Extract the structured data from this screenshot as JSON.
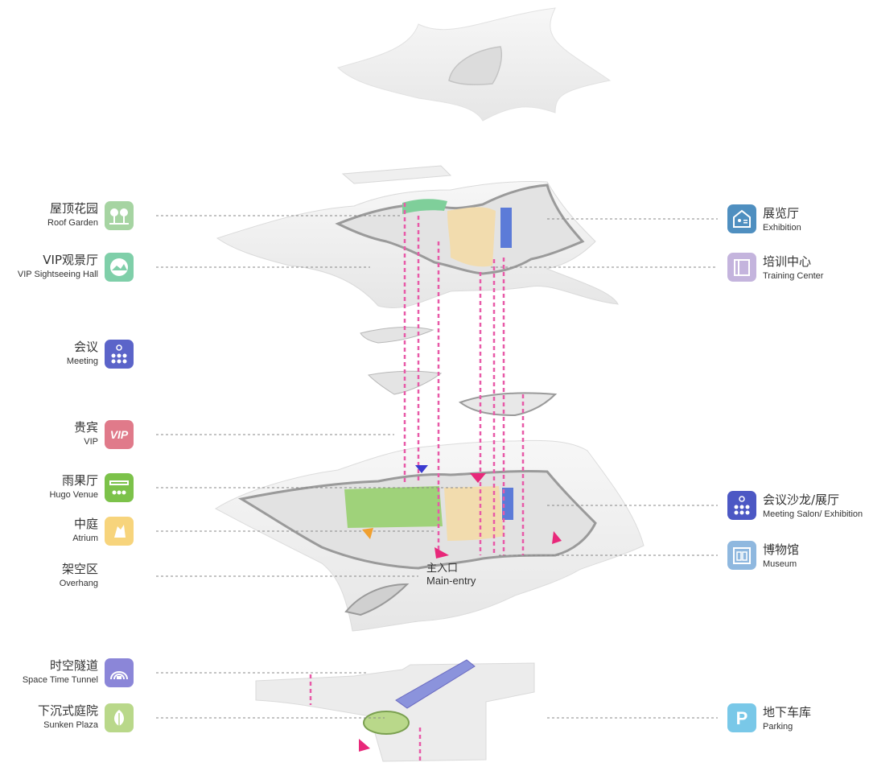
{
  "left_labels": [
    {
      "zh": "屋顶花园",
      "en": "Roof Garden",
      "icon": "tree-icon",
      "color": "#a6d4a2"
    },
    {
      "zh": "VIP观景厅",
      "en": "VIP Sightseeing Hall",
      "icon": "view-icon",
      "color": "#7fcfa9"
    },
    {
      "zh": "会议",
      "en": "Meeting",
      "icon": "meeting-icon",
      "color": "#5b64c9"
    },
    {
      "zh": "贵宾",
      "en": "VIP",
      "icon": "vip-icon",
      "color": "#e07a8a",
      "badge": "VIP"
    },
    {
      "zh": "雨果厅",
      "en": "Hugo Venue",
      "icon": "stage-icon",
      "color": "#7cc24a"
    },
    {
      "zh": "中庭",
      "en": "Atrium",
      "icon": "atrium-icon",
      "color": "#f7d47c"
    },
    {
      "zh": "架空区",
      "en": "Overhang"
    },
    {
      "zh": "时空隧道",
      "en": "Space Time Tunnel",
      "icon": "tunnel-icon",
      "color": "#8b86d8"
    },
    {
      "zh": "下沉式庭院",
      "en": "Sunken Plaza",
      "icon": "leaf-icon",
      "color": "#b9d88a"
    }
  ],
  "right_labels": [
    {
      "zh": "展览厅",
      "en": "Exhibition",
      "icon": "exhibition-icon",
      "color": "#4f8fc0"
    },
    {
      "zh": "培训中心",
      "en": "Training Center",
      "icon": "book-icon",
      "color": "#c4b4dd"
    },
    {
      "zh": "会议沙龙/展厅",
      "en": "Meeting Salon/ Exhibition",
      "icon": "salon-icon",
      "color": "#4c58c4"
    },
    {
      "zh": "博物馆",
      "en": "Museum",
      "icon": "museum-icon",
      "color": "#8fb8df"
    },
    {
      "zh": "地下车库",
      "en": "Parking",
      "icon": "parking-icon",
      "color": "#79c8e8",
      "badge": "P"
    }
  ],
  "entry": {
    "zh": "主入口",
    "en": "Main-entry"
  },
  "colors": {
    "slab": "#eeeeee",
    "slab_edge": "#d6d6d6",
    "wall": "#9a9a9a",
    "green_hall": "#9fd27a",
    "atrium_floor": "#f2dcae",
    "blue_core": "#5c7bd8",
    "pink_dash": "#e85aa8",
    "magenta_arrow": "#e8287a",
    "orange_arrow": "#f0a030",
    "blue_arrow": "#3a3ad0",
    "leader": "#888888"
  }
}
